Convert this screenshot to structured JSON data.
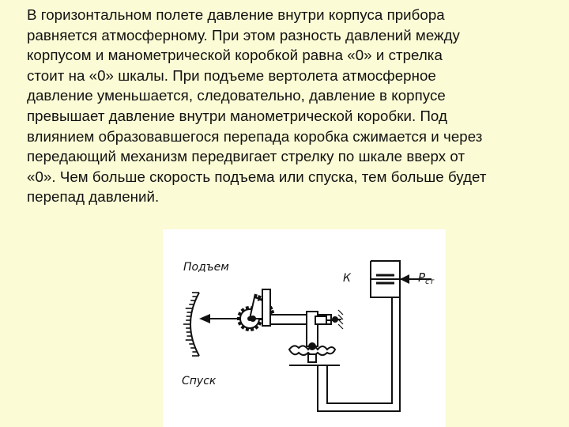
{
  "text": {
    "lines": [
      "В горизонтальном полете давление внутри корпуса прибора",
      "равняется атмосферному. При этом разность давлений между",
      "корпусом и манометрической коробкой равна «0» и стрелка",
      "стоит на «0» шкалы. При подъеме вертолета атмосферное",
      "давление уменьшается, следовательно, давление в корпусе",
      "превышает давление внутри манометрической коробки. Под",
      "влиянием образовавшегося перепада коробка сжимается и через",
      "передающий механизм передвигает стрелку по шкале вверх от",
      "«0». Чем больше скорость подъема или спуска, тем больше будет",
      "перепад давлений."
    ]
  },
  "diagram": {
    "label_up": "Подъем",
    "label_down": "Спуск",
    "label_k": "К",
    "label_p": "P",
    "label_p_sub": "ст"
  }
}
